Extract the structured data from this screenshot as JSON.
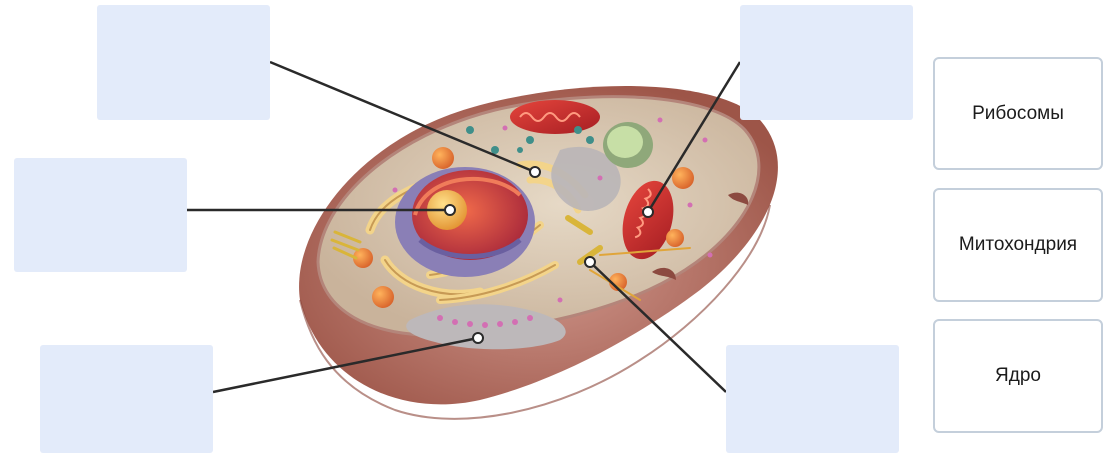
{
  "answer_cards": [
    {
      "label": "Рибосомы"
    },
    {
      "label": "Митохондрия"
    },
    {
      "label": "Ядро"
    }
  ],
  "drop_zones": [
    {
      "value": ""
    },
    {
      "value": ""
    },
    {
      "value": ""
    },
    {
      "value": ""
    },
    {
      "value": ""
    }
  ],
  "colors": {
    "drop_zone_fill": "#e3ebfa",
    "card_border": "#c4cfdb",
    "leader_line": "#2a2a2a"
  }
}
